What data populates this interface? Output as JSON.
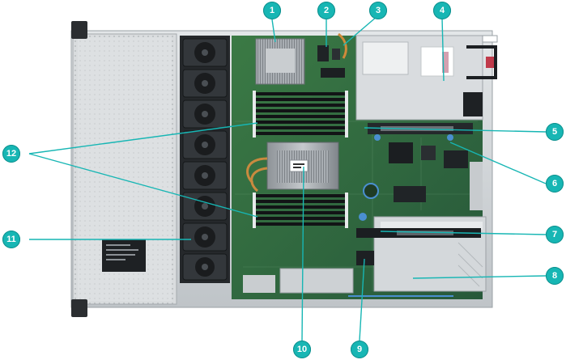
{
  "image": {
    "alt": "",
    "callouts": [
      {
        "id": "c1",
        "label": "1"
      },
      {
        "id": "c2",
        "label": "2"
      },
      {
        "id": "c3",
        "label": "3"
      },
      {
        "id": "c4",
        "label": "4"
      },
      {
        "id": "c5",
        "label": "5"
      },
      {
        "id": "c6",
        "label": "6"
      },
      {
        "id": "c7",
        "label": "7"
      },
      {
        "id": "c8",
        "label": "8"
      },
      {
        "id": "c9",
        "label": "9"
      },
      {
        "id": "c10",
        "label": "10"
      },
      {
        "id": "c11",
        "label": "11"
      },
      {
        "id": "c12",
        "label": "12"
      }
    ],
    "colors": {
      "callout": "#17b6b4",
      "leader": "#17b6b4",
      "board": "#2e6b3a",
      "chassis": "#cfd3d6"
    }
  }
}
